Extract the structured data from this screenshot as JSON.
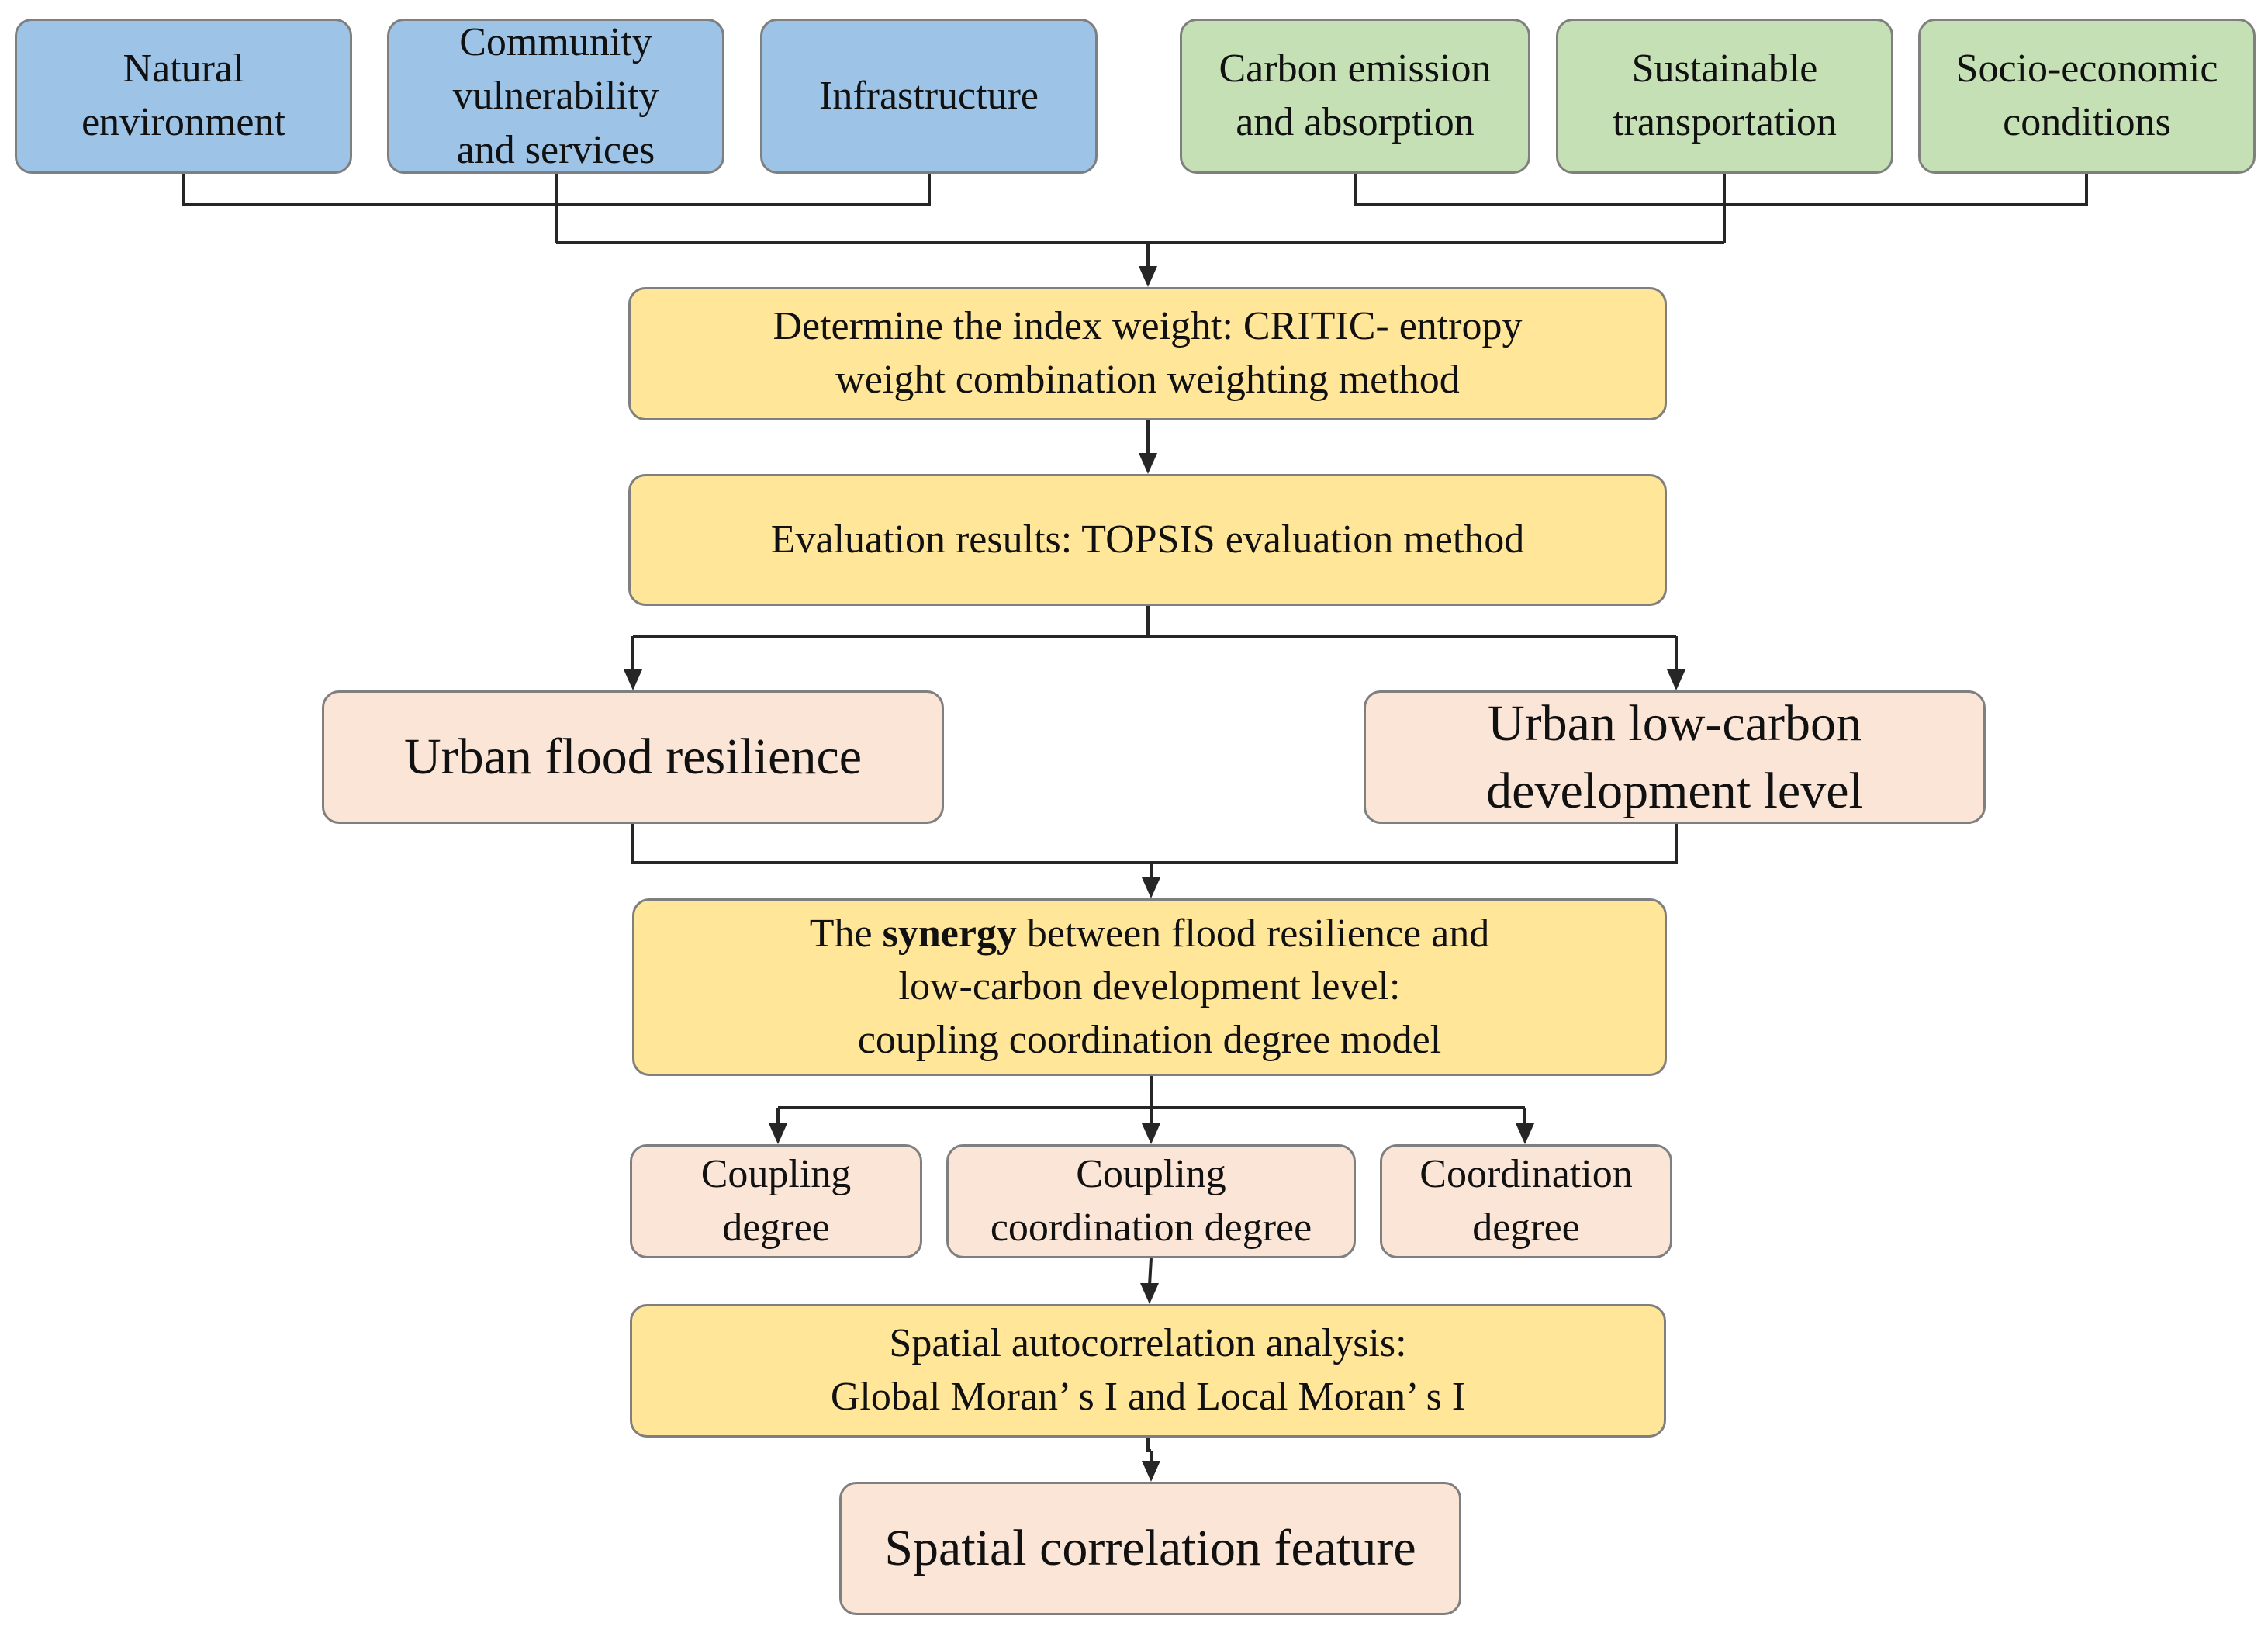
{
  "nodes": {
    "natural_environment": "Natural\nenvironment",
    "community_vulnerability": "Community\nvulnerability\nand services",
    "infrastructure": "Infrastructure",
    "carbon_emission": "Carbon emission\nand absorption",
    "sustainable_transportation": "Sustainable\ntransportation",
    "socio_economic": "Socio-economic\nconditions",
    "index_weight": "Determine the index weight: CRITIC- entropy\nweight combination weighting method",
    "evaluation_results": "Evaluation results: TOPSIS evaluation method",
    "urban_flood_resilience": "Urban flood resilience",
    "urban_low_carbon": "Urban low-carbon\ndevelopment level",
    "synergy": {
      "prefix": "The ",
      "bold": "synergy",
      "suffix": " between flood resilience and\nlow-carbon development level:\ncoupling coordination degree model"
    },
    "coupling_degree": "Coupling\ndegree",
    "coupling_coordination_degree": "Coupling\ncoordination degree",
    "coordination_degree": "Coordination\ndegree",
    "spatial_autocorrelation": "Spatial autocorrelation analysis:\nGlobal Moran’ s I and Local Moran’ s I",
    "spatial_correlation_feature": "Spatial correlation feature"
  },
  "colors": {
    "flood_indicators": "#9dc3e6",
    "low_carbon_indicators": "#c5e0b4",
    "method_steps": "#ffe699",
    "results": "#fbe5d6",
    "border": "#7f7f7f",
    "connector": "#262626"
  }
}
